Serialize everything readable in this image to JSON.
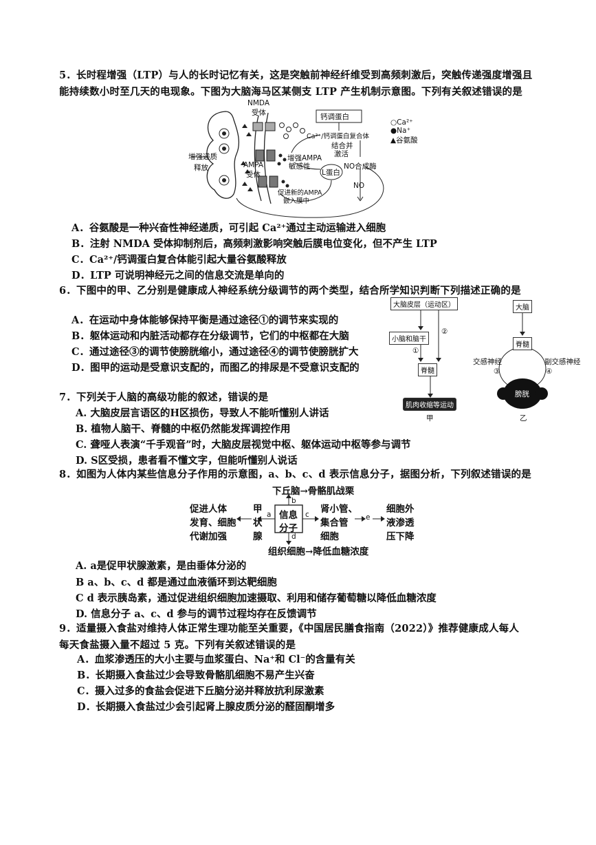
{
  "q5": {
    "stem_line1": "5．长时程增强（LTP）与人的长时记忆有关，这是突触前神经纤维受到高频刺激后，突触传递强度增强且",
    "stem_line2": "能持续数小时至几天的电现象。下图为大脑海马区某侧支 LTP 产生机制示意图。下列有关叙述错误的是",
    "diagram": {
      "nmda_label": "NMDA",
      "nmda_label2": "受体",
      "calmodulin": "钙调蛋白",
      "complex": "Ca²⁺/钙调蛋白复合体",
      "bind_activate1": "结合并",
      "bind_activate2": "激活",
      "enhance_release1": "增强递质",
      "enhance_release2": "释放",
      "enhance_ampa1": "增强AMPA",
      "enhance_ampa2": "敏感性",
      "ampa_label1": "AMPA",
      "ampa_label2": "受体",
      "l_protein": "L蛋白",
      "no_synthase": "NO合成酶",
      "no": "NO",
      "promote1": "促进新的AMPA",
      "promote2": "嵌入膜中",
      "legend_ca": "Ca²⁺",
      "legend_na": "Na⁺",
      "legend_glu": "谷氨酸"
    },
    "options": [
      "A．谷氨酸是一种兴奋性神经递质，可引起 Ca²⁺通过主动运输进入细胞",
      "B．注射 NMDA 受体抑制剂后，高频刺激影响突触后膜电位变化，但不产生 LTP",
      "C．Ca²⁺/钙调蛋白复合体能引起大量谷氨酸释放",
      "D．LTP 可说明神经元之间的信息交流是单向的"
    ]
  },
  "q6": {
    "stem": "6．下图中的甲、乙分别是健康成人神经系统分级调节的两个类型，结合所学知识判断下列描述正确的是",
    "options": [
      "A．在运动中身体能够保持平衡是通过途径①的调节来实现的",
      "B．躯体运动和内脏活动都存在分级调节，它们的中枢都在大脑",
      "C．通过途径③的调节使膀胱缩小，通过途径④的调节使膀胱扩大",
      "D．图甲的运动是受意识支配的，而图乙的排尿是不受意识支配的"
    ],
    "diagram": {
      "cortex": "大脑皮层（运动区）",
      "cerebellum": "小脑和脑干",
      "spinal_a": "脊髓",
      "muscle": "肌肉收缩等运动",
      "p1": "①",
      "p2": "②",
      "label_jia": "甲",
      "brain": "大脑",
      "spinal_b": "脊髓",
      "sympathetic": "交感神经",
      "parasympathetic": "副交感神经",
      "p3": "③",
      "p4": "④",
      "bladder": "膀胱",
      "label_yi": "乙"
    }
  },
  "q7": {
    "stem": "7．下列关于人脑的高级功能的叙述，错误的是",
    "options": [
      "A. 大脑皮层言语区的H区损伤，导致人不能听懂别人讲话",
      "B. 植物人脑干、脊髓的中枢仍然能发挥调控作用",
      "C. 聋哑人表演“千手观音”时，大脑皮层视觉中枢、躯体运动中枢等参与调节",
      "D. S区受损，患者看不懂文字，但能听懂别人说话"
    ]
  },
  "q8": {
    "stem": "8．如图为人体内某些信息分子作用的示意图，a、b、c、d 表示信息分子，据图分析，下列叙述错误的是",
    "diagram": {
      "top": "下丘脑→骨骼肌战栗",
      "b": "b",
      "left1": "促进人体",
      "left2": "发育、细胞",
      "left3": "代谢加强",
      "jia1": "甲",
      "jia2": "状",
      "jia3": "腺",
      "a": "a",
      "center1": "信息",
      "center2": "分子",
      "c": "c",
      "right1": "肾小管、",
      "right2": "集合管",
      "right3": "细胞",
      "e": "e",
      "far1": "细胞外",
      "far2": "液渗透",
      "far3": "压下降",
      "d": "d",
      "bottom": "组织细胞→降低血糖浓度"
    },
    "options": [
      "A.   a是促甲状腺激素，是由垂体分泌的",
      "B    a、b、c、d 都是通过血液循环到达靶细胞",
      "C    d 表示胰岛素，通过促进组织细胞加速摄取、利用和储存葡萄糖以降低血糖浓度",
      "D. 信息分子 a、c、d 参与的调节过程均存在反馈调节"
    ]
  },
  "q9": {
    "stem_line1": "9．适量摄入食盐对维持人体正常生理功能至关重要，《中国居民膳食指南（2022）》推荐健康成人每人",
    "stem_line2": "每天食盐摄入量不超过 5 克。下列有关叙述错误的是",
    "options": [
      "A．血浆渗透压的大小主要与血浆蛋白、Na⁺和 Cl⁻的含量有关",
      "B．长期摄入食盐过少会导致骨骼肌细胞不易产生兴奋",
      "C．摄入过多的食盐会促进下丘脑分泌并释放抗利尿激素",
      "D．长期摄入食盐过少会引起肾上腺皮质分泌的醛固酮增多"
    ]
  }
}
